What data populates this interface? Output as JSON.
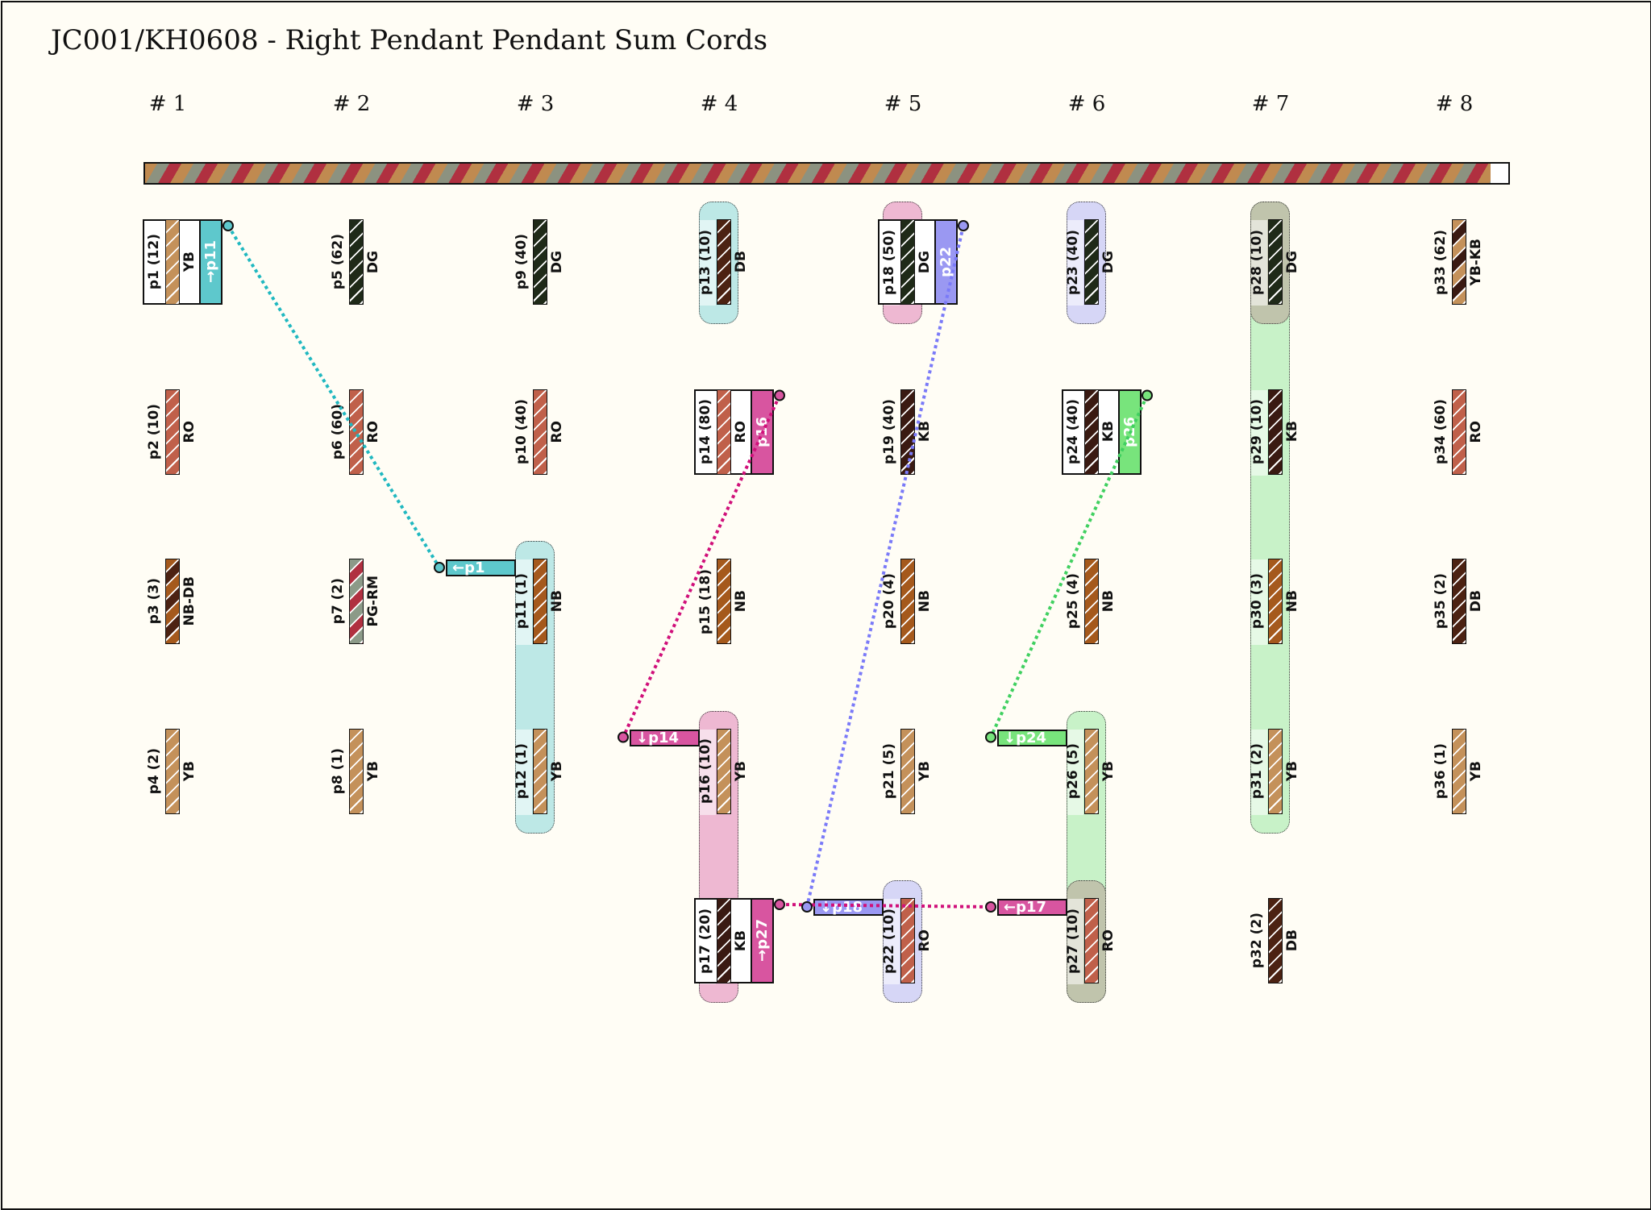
{
  "title": "JC001/KH0608 - Right Pendant Pendant Sum Cords",
  "cord_colors": {
    "YB": [
      "#c4915a"
    ],
    "RO": [
      "#c0604a"
    ],
    "NB": [
      "#a5591c"
    ],
    "DG": [
      "#1f2a18"
    ],
    "DB": [
      "#4c2212"
    ],
    "KB": [
      "#3a1a12"
    ],
    "NB-DB": [
      "#a5591c",
      "#4c2212"
    ],
    "PG-RM": [
      "#8c9a88",
      "#b03040"
    ],
    "YB-KB": [
      "#c4915a",
      "#3a1a12"
    ]
  },
  "groups": [
    {
      "label": "# 1",
      "pendants": [
        {
          "label": "p1 (12)",
          "color": "YB"
        },
        {
          "label": "p2 (10)",
          "color": "RO"
        },
        {
          "label": "p3 (3)",
          "color": "NB-DB"
        },
        {
          "label": "p4 (2)",
          "color": "YB"
        }
      ]
    },
    {
      "label": "# 2",
      "pendants": [
        {
          "label": "p5 (62)",
          "color": "DG"
        },
        {
          "label": "p6 (60)",
          "color": "RO"
        },
        {
          "label": "p7 (2)",
          "color": "PG-RM"
        },
        {
          "label": "p8 (1)",
          "color": "YB"
        }
      ]
    },
    {
      "label": "# 3",
      "pendants": [
        {
          "label": "p9 (40)",
          "color": "DG"
        },
        {
          "label": "p10 (40)",
          "color": "RO"
        },
        {
          "label": "p11 (1)",
          "color": "NB"
        },
        {
          "label": "p12 (1)",
          "color": "YB"
        }
      ]
    },
    {
      "label": "# 4",
      "pendants": [
        {
          "label": "p13 (10)",
          "color": "DB"
        },
        {
          "label": "p14 (80)",
          "color": "RO"
        },
        {
          "label": "p15 (18)",
          "color": "NB"
        },
        {
          "label": "p16 (10)",
          "color": "YB"
        },
        {
          "label": "p17 (20)",
          "color": "KB"
        }
      ]
    },
    {
      "label": "# 5",
      "pendants": [
        {
          "label": "p18 (50)",
          "color": "DG"
        },
        {
          "label": "p19 (40)",
          "color": "KB"
        },
        {
          "label": "p20 (4)",
          "color": "NB"
        },
        {
          "label": "p21 (5)",
          "color": "YB"
        },
        {
          "label": "p22 (10)",
          "color": "RO"
        }
      ]
    },
    {
      "label": "# 6",
      "pendants": [
        {
          "label": "p23 (40)",
          "color": "DG"
        },
        {
          "label": "p24 (40)",
          "color": "KB"
        },
        {
          "label": "p25 (4)",
          "color": "NB"
        },
        {
          "label": "p26 (5)",
          "color": "YB"
        },
        {
          "label": "p27 (10)",
          "color": "RO"
        }
      ]
    },
    {
      "label": "# 7",
      "pendants": [
        {
          "label": "p28 (10)",
          "color": "DG"
        },
        {
          "label": "p29 (10)",
          "color": "KB"
        },
        {
          "label": "p30 (3)",
          "color": "NB"
        },
        {
          "label": "p31 (2)",
          "color": "YB"
        },
        {
          "label": "p32 (2)",
          "color": "DB"
        }
      ]
    },
    {
      "label": "# 8",
      "pendants": [
        {
          "label": "p33 (62)",
          "color": "YB-KB"
        },
        {
          "label": "p34 (60)",
          "color": "RO"
        },
        {
          "label": "p35 (2)",
          "color": "DB"
        },
        {
          "label": "p36 (1)",
          "color": "YB"
        }
      ]
    }
  ],
  "highlights": [
    {
      "from": "p11",
      "to": "p12",
      "fill": "#bde8e6"
    },
    {
      "from": "p13",
      "to": "p13",
      "fill": "#bde8e6"
    },
    {
      "from": "p16",
      "to": "p17",
      "fill": "#eeb8d2"
    },
    {
      "from": "p18",
      "to": "p18",
      "fill": "#eeb8d2"
    },
    {
      "from": "p22",
      "to": "p22",
      "fill": "#d6d6f6"
    },
    {
      "from": "p23",
      "to": "p23",
      "fill": "#d6d6f6"
    },
    {
      "from": "p26",
      "to": "p27",
      "fill": "#c8f2c8"
    },
    {
      "from": "p27",
      "to": "p27",
      "fill": "#c0c4ac"
    },
    {
      "from": "p28",
      "to": "p31",
      "fill": "#c8f2c8"
    },
    {
      "from": "p28",
      "to": "p28",
      "fill": "#c0c4ac"
    }
  ],
  "sum_boxes": [
    {
      "pendant": "p1",
      "band": "→p11",
      "fill": "#5ec8cc"
    },
    {
      "pendant": "p14",
      "band": "p16",
      "fill": "#d855a0"
    },
    {
      "pendant": "p17",
      "band": "→p27",
      "fill": "#d855a0"
    },
    {
      "pendant": "p18",
      "band": "p22",
      "fill": "#9a98f2"
    },
    {
      "pendant": "p24",
      "band": "p26",
      "fill": "#78e47c"
    }
  ],
  "tags": [
    {
      "pendant": "p11",
      "text": "←p1",
      "fill": "#5ec8cc"
    },
    {
      "pendant": "p16",
      "text": "↓p14",
      "fill": "#d855a0"
    },
    {
      "pendant": "p22",
      "text": "↓p18",
      "fill": "#9a98f2"
    },
    {
      "pendant": "p26",
      "text": "↓p24",
      "fill": "#78e47c"
    },
    {
      "pendant": "p27",
      "text": "←p17",
      "fill": "#d855a0"
    }
  ],
  "links": [
    {
      "from": "p1",
      "to": "p11",
      "color": "#20b8c0"
    },
    {
      "from": "p14",
      "to": "p16",
      "color": "#d0107a"
    },
    {
      "from": "p18",
      "to": "p22",
      "color": "#7a7af8"
    },
    {
      "from": "p24",
      "to": "p26",
      "color": "#40d060"
    },
    {
      "from": "p17",
      "to": "p27",
      "color": "#d0107a"
    }
  ]
}
